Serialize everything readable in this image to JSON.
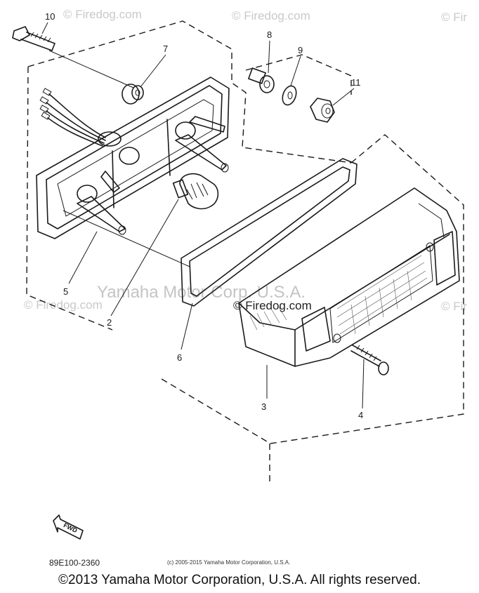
{
  "watermarks": {
    "top_center": "© Firedog.com",
    "top_left": "© Firedog.com",
    "top_right": "© Fir",
    "middle_left": "© Firedog.com",
    "middle_right": "© Fir",
    "center": "© Firedog.com",
    "yamaha": "Yamaha Motor Corp. U.S.A."
  },
  "callouts": [
    "10",
    "8",
    "9",
    "7",
    "11",
    "5",
    "2",
    "6",
    "3",
    "4"
  ],
  "fwd_label": "FWD",
  "diagram_code": "89E100-2360",
  "small_copyright": "(c) 2005-2015 Yamaha Motor Corporation, U.S.A.",
  "footer_copyright": "©2013 Yamaha Motor Corporation, U.S.A. All rights reserved."
}
